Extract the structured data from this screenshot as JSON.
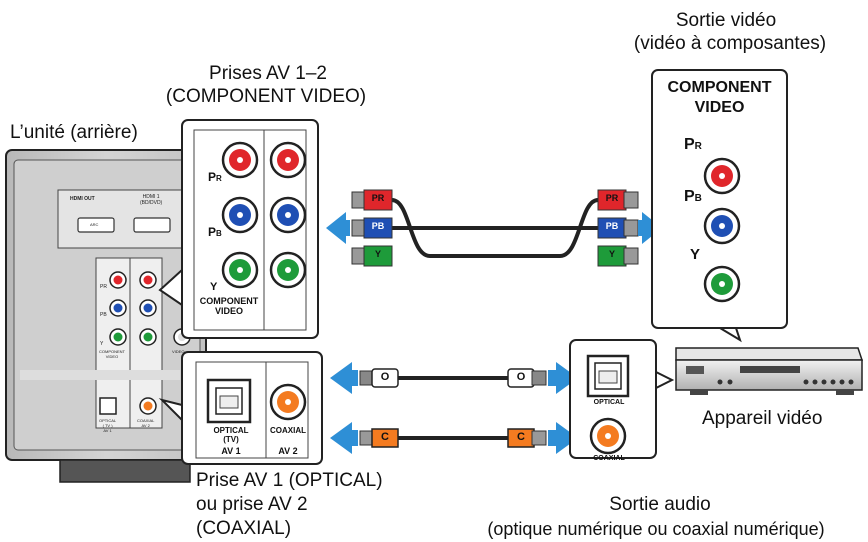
{
  "labels": {
    "video_out_title": "Sortie vidéo",
    "video_out_sub": "(vidéo à composantes)",
    "av_jacks_line1": "Prises AV 1–2",
    "av_jacks_line2": "(COMPONENT VIDEO)",
    "unit_rear": "L’unité (arrière)",
    "video_device": "Appareil vidéo",
    "audio_jack_line1": "Prise AV 1 (OPTICAL)",
    "audio_jack_line2": "ou prise AV 2",
    "audio_jack_line3": "(COAXIAL)",
    "audio_out_title": "Sortie audio",
    "audio_out_sub": "(optique numérique ou coaxial numérique)"
  },
  "unit_panel": {
    "hdmi_out": "HDMI OUT",
    "hdmi_arc": "ARC",
    "hdmi1_line1": "HDMI 1",
    "hdmi1_line2": "(BD/DVD)",
    "pr": "PR",
    "pb": "PB",
    "y": "Y",
    "component": "COMPONENT",
    "video": "VIDEO",
    "optical": "OPTICAL",
    "tv": "( TV )",
    "av1": "AV 1",
    "coaxial": "COAXIAL",
    "av2": "AV 2",
    "video_small": "VIDEO"
  },
  "zoom_video": {
    "pr_main": "P",
    "pr_sub": "R",
    "pb_main": "P",
    "pb_sub": "B",
    "y": "Y",
    "component": "COMPONENT",
    "video": "VIDEO"
  },
  "zoom_audio": {
    "optical": "OPTICAL",
    "tv": "(TV)",
    "av1": "AV 1",
    "coaxial": "COAXIAL",
    "av2": "AV 2"
  },
  "device_video_panel": {
    "title1": "COMPONENT",
    "title2": "VIDEO",
    "pr_main": "P",
    "pr_sub": "R",
    "pb_main": "P",
    "pb_sub": "B",
    "y": "Y"
  },
  "device_audio_panel": {
    "optical": "OPTICAL",
    "coaxial": "COAXIAL"
  },
  "cable_plugs": {
    "pr": "PR",
    "pb": "PB",
    "y": "Y",
    "optical": "O",
    "coaxial": "C"
  },
  "colors": {
    "red": "#e0262b",
    "blue": "#1f4fb4",
    "green": "#1e9b3a",
    "orange": "#f47b20",
    "arrow": "#2e8fd6",
    "panel_grey": "#c8c8c8"
  }
}
